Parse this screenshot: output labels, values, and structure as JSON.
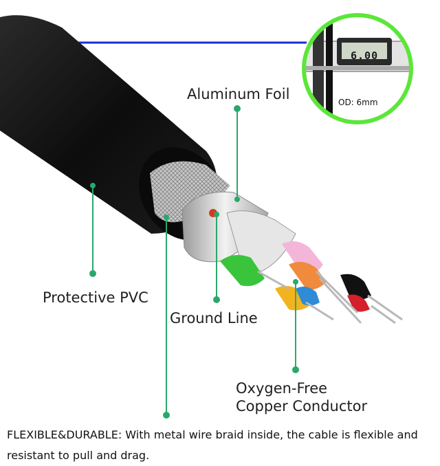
{
  "labels": {
    "aluminum_foil": "Aluminum Foil",
    "protective_pvc": "Protective PVC",
    "ground_line": "Ground Line",
    "oxygen_free_line1": "Oxygen-Free",
    "oxygen_free_line2": "Copper Conductor"
  },
  "inset": {
    "od_label": "OD: 6mm",
    "caliper_reading": "6.00"
  },
  "description": {
    "text": "FLEXIBLE&DURABLE: With metal wire braid inside, the cable is flexible and resistant to pull and drag."
  },
  "colors": {
    "leader": "#2aa86a",
    "inset_ring": "#5ce63a",
    "rule_line": "#1a2ccf",
    "jacket": "#111111"
  }
}
